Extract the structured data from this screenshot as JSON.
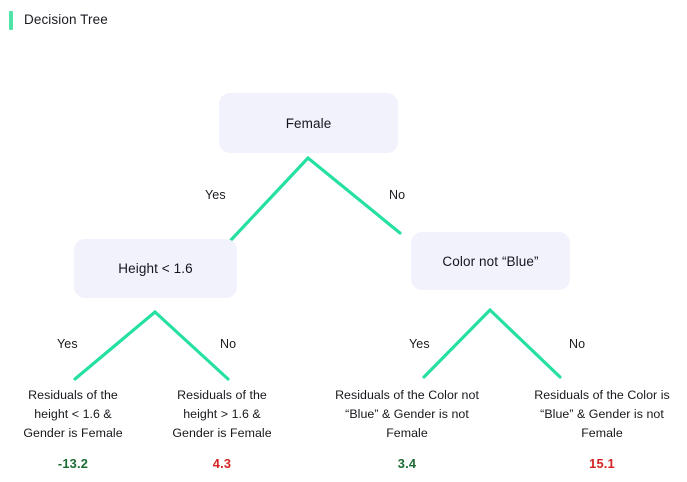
{
  "header": {
    "title": "Decision Tree",
    "accent_color": "#4fe3a8"
  },
  "colors": {
    "edge": "#25e0a0",
    "node_fill": "#f1f2fc",
    "negative_value": "#1d6b34",
    "positive_value": "#d42323",
    "background": "#ffffff"
  },
  "chart_data": {
    "type": "diagram",
    "title": "Decision Tree",
    "nodes": [
      {
        "id": "root",
        "label": "Female",
        "kind": "decision"
      },
      {
        "id": "n-left",
        "label": "Height < 1.6",
        "kind": "decision"
      },
      {
        "id": "n-right",
        "label": "Color not “Blue”",
        "kind": "decision"
      },
      {
        "id": "leaf-1",
        "kind": "leaf",
        "lines": [
          "Residuals of the",
          "height < 1.6 &",
          "Gender is Female"
        ],
        "value": "-13.2",
        "value_sign": "negative"
      },
      {
        "id": "leaf-2",
        "kind": "leaf",
        "lines": [
          "Residuals of the",
          "height > 1.6 &",
          "Gender is Female"
        ],
        "value": "4.3",
        "value_sign": "positive"
      },
      {
        "id": "leaf-3",
        "kind": "leaf",
        "lines": [
          "Residuals of the Color not",
          "“Blue” & Gender is not",
          "Female"
        ],
        "value": "3.4",
        "value_sign": "negative"
      },
      {
        "id": "leaf-4",
        "kind": "leaf",
        "lines": [
          "Residuals of the Color is",
          "“Blue” & Gender is not",
          "Female"
        ],
        "value": "15.1",
        "value_sign": "positive"
      }
    ],
    "edges": [
      {
        "from": "root",
        "to": "n-left",
        "label": "Yes"
      },
      {
        "from": "root",
        "to": "n-right",
        "label": "No"
      },
      {
        "from": "n-left",
        "to": "leaf-1",
        "label": "Yes"
      },
      {
        "from": "n-left",
        "to": "leaf-2",
        "label": "No"
      },
      {
        "from": "n-right",
        "to": "leaf-3",
        "label": "Yes"
      },
      {
        "from": "n-right",
        "to": "leaf-4",
        "label": "No"
      }
    ]
  },
  "tree": {
    "root": {
      "label": "Female"
    },
    "left": {
      "label": "Height < 1.6"
    },
    "right": {
      "label": "Color not “Blue”"
    },
    "edge_labels": {
      "root_yes": "Yes",
      "root_no": "No",
      "left_yes": "Yes",
      "left_no": "No",
      "right_yes": "Yes",
      "right_no": "No"
    },
    "leaves": [
      {
        "line1": "Residuals of the",
        "line2": "height < 1.6 &",
        "line3": "Gender is Female",
        "value": "-13.2"
      },
      {
        "line1": "Residuals of the",
        "line2": "height > 1.6 &",
        "line3": "Gender is Female",
        "value": "4.3"
      },
      {
        "line1": "Residuals of the Color not",
        "line2": "“Blue” & Gender is not",
        "line3": "Female",
        "value": "3.4"
      },
      {
        "line1": "Residuals of the Color is",
        "line2": "“Blue” & Gender is not",
        "line3": "Female",
        "value": "15.1"
      }
    ]
  }
}
